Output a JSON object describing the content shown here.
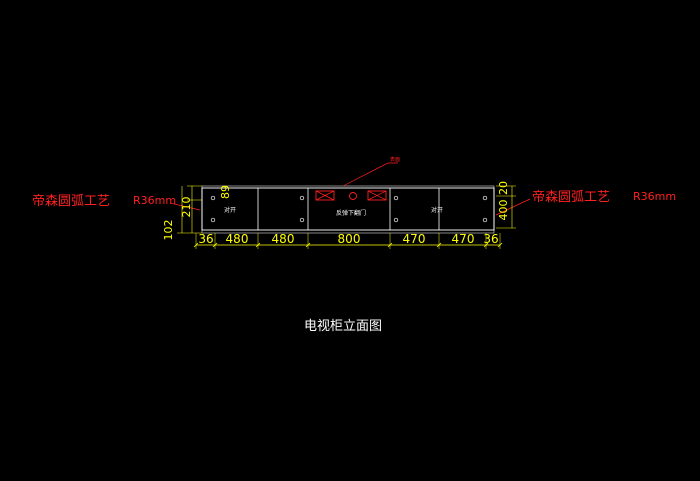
{
  "drawing": {
    "title": "电视柜立面图",
    "callout_left": "帝森圆弧工艺",
    "callout_left_radius": "R36mm",
    "callout_right": "帝森圆弧工艺",
    "callout_right_radius": "R36mm",
    "top_note": "表面",
    "door_label_left": "对开",
    "door_label_center": "反弹下翻门",
    "door_label_right": "对开"
  },
  "dimensions": {
    "horizontal": [
      "36",
      "480",
      "480",
      "800",
      "470",
      "470",
      "36"
    ],
    "left_vertical": [
      "102",
      "210",
      "89"
    ],
    "right_vertical": [
      "400",
      "20"
    ]
  },
  "colors": {
    "background": "#000000",
    "outline": "#ffffff",
    "dimension": "#ffff00",
    "callout": "#ff2020",
    "door_outline": "#d0d0d0"
  }
}
